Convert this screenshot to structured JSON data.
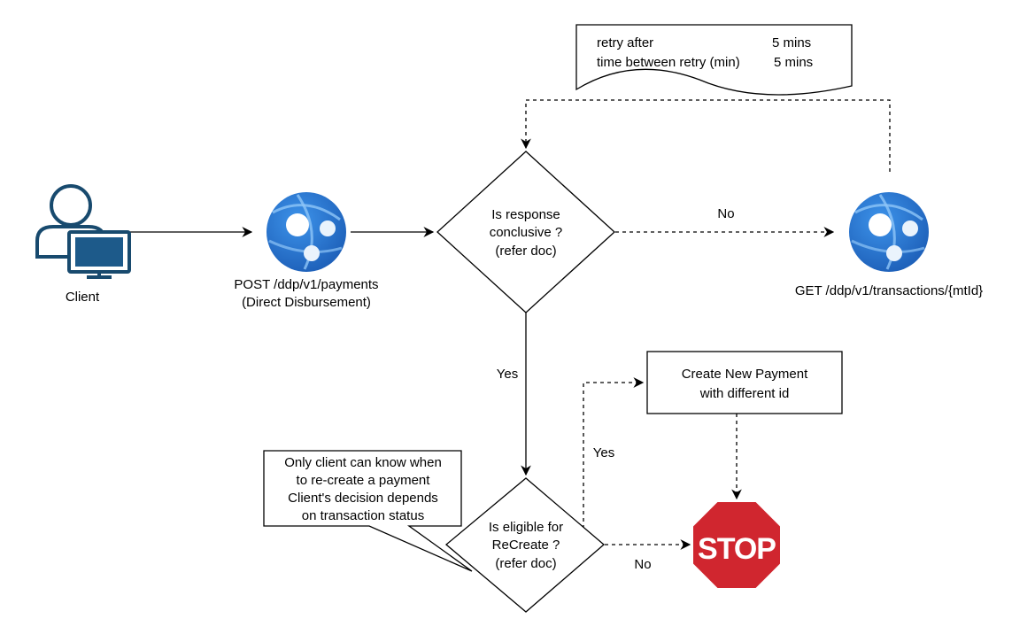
{
  "client": {
    "label": "Client"
  },
  "post_endpoint": {
    "line1": "POST /ddp/v1/payments",
    "line2": "(Direct Disbursement)"
  },
  "get_endpoint": {
    "label": "GET /ddp/v1/transactions/{mtId}"
  },
  "decision_conclusive": {
    "line1": "Is response",
    "line2": "conclusive ?",
    "line3": "(refer doc)"
  },
  "decision_recreate": {
    "line1": "Is eligible for",
    "line2": "ReCreate ?",
    "line3": "(refer doc)"
  },
  "retry_note": {
    "row1_label": "retry after",
    "row1_value": "5 mins",
    "row2_label": "time between retry (min)",
    "row2_value": "5 mins"
  },
  "new_payment": {
    "line1": "Create New Payment",
    "line2": "with different id"
  },
  "client_callout": {
    "line1": "Only client can know when",
    "line2": "to re-create a payment",
    "line3": "Client's decision depends",
    "line4": "on transaction status"
  },
  "stop_sign": {
    "label": "STOP",
    "color": "#d0262f"
  },
  "edge_labels": {
    "no_top": "No",
    "yes_down": "Yes",
    "yes_recreate": "Yes",
    "no_stop": "No"
  },
  "colors": {
    "person": "#184a6e",
    "screen": "#1d5a8a",
    "globe": "#2a79d3"
  },
  "icons": [
    "person-icon",
    "monitor-icon",
    "web-app-icon",
    "stop-sign-icon"
  ]
}
